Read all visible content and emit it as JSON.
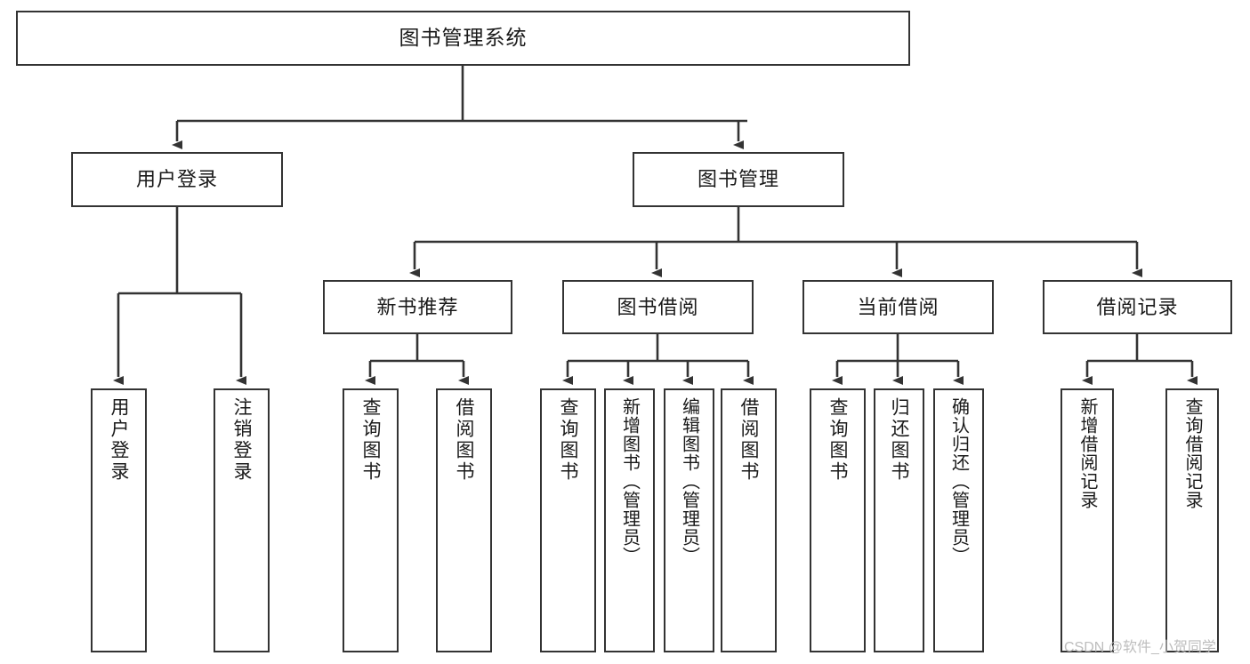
{
  "diagram": {
    "title": "图书管理系统",
    "type": "tree-hierarchy",
    "root": {
      "label": "图书管理系统"
    },
    "level2": [
      {
        "label": "用户登录"
      },
      {
        "label": "图书管理"
      }
    ],
    "level3": [
      {
        "label": "新书推荐"
      },
      {
        "label": "图书借阅"
      },
      {
        "label": "当前借阅"
      },
      {
        "label": "借阅记录"
      }
    ],
    "leaves": {
      "user_login": [
        {
          "label": "用户登录"
        },
        {
          "label": "注销登录"
        }
      ],
      "new_book_recommend": [
        {
          "label": "查询图书"
        },
        {
          "label": "借阅图书"
        }
      ],
      "book_borrow": [
        {
          "label": "查询图书"
        },
        {
          "label": "新增图书（管理员）"
        },
        {
          "label": "编辑图书（管理员）"
        },
        {
          "label": "借阅图书"
        }
      ],
      "current_borrow": [
        {
          "label": "查询图书"
        },
        {
          "label": "归还图书"
        },
        {
          "label": "确认归还（管理员）"
        }
      ],
      "borrow_record": [
        {
          "label": "新增借阅记录"
        },
        {
          "label": "查询借阅记录"
        }
      ]
    }
  },
  "watermark": {
    "text": "CSDN @软件_小贺同学"
  },
  "colors": {
    "box_border": "#333333",
    "box_fill": "#ffffff",
    "connector": "#333333",
    "text": "#1a1a1a",
    "watermark": "#bdbdbd"
  }
}
